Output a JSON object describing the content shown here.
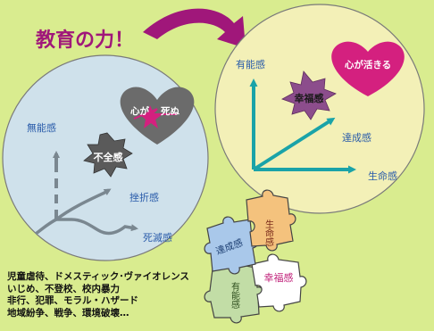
{
  "title": "教育の力！",
  "colors": {
    "background": "#d9ec8f",
    "title": "#a0177a",
    "arrow": "#a0177a",
    "left_circle": "#cfe1eb",
    "right_circle": "#f3f0b7",
    "axis_left": "#7a8790",
    "axis_right": "#1aa3a8",
    "label_blue": "#2a5caa",
    "starburst": "#5a5a5a",
    "broken_heart": "#6b6b6b",
    "heart": "#d4207f",
    "happiness_burst": "#8c4d8c",
    "puzzle_blue": "#a9c8ea",
    "puzzle_orange": "#f4c27d",
    "puzzle_green": "#c2dda6",
    "puzzle_white": "#ffffff"
  },
  "left_circle": {
    "axis_labels": {
      "vertical": "無能感",
      "diagonal": "挫折感",
      "horizontal": "死滅感"
    },
    "starburst_label": "不全感",
    "broken_heart_text": [
      "心が",
      "死ぬ"
    ]
  },
  "right_circle": {
    "axis_labels": {
      "vertical": "有能感",
      "diagonal": "達成感",
      "horizontal": "生命感"
    },
    "starburst_label": "幸福感",
    "heart_text": "心が活きる"
  },
  "puzzle": {
    "pieces": [
      {
        "label": "達成感",
        "color": "puzzle_blue"
      },
      {
        "label": "生命感",
        "color": "puzzle_orange"
      },
      {
        "label": "有能感",
        "color": "puzzle_green"
      },
      {
        "label": "幸福感",
        "color": "puzzle_white"
      }
    ]
  },
  "problems": [
    "児童虐待、ドメスティック･ヴァイオレンス",
    "いじめ、不登校、校内暴力",
    "非行、犯罪、モラル・ハザード",
    "地域紛争、戦争、環境破壊…"
  ]
}
